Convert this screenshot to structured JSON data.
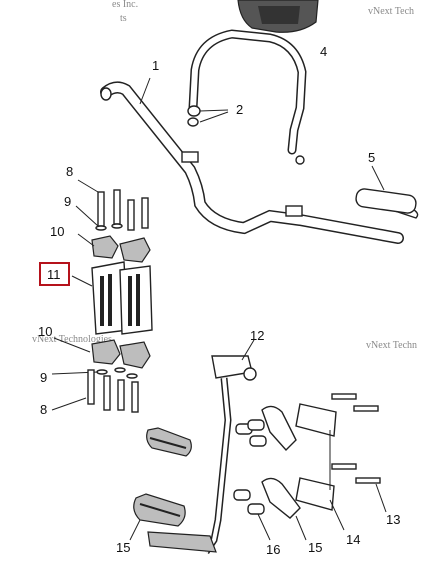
{
  "watermarks": {
    "top_left": "es Inc.",
    "top_left_sub": "ts",
    "top_right": "vNext Tech",
    "mid_right": "vNext Techn",
    "mid_left": "vNext Technologies"
  },
  "callouts": {
    "c1": "1",
    "c2": "2",
    "c4": "4",
    "c5": "5",
    "c8a": "8",
    "c9a": "9",
    "c10a": "10",
    "c11": "11",
    "c10b": "10",
    "c9b": "9",
    "c8b": "8",
    "c12": "12",
    "c13": "13",
    "c14": "14",
    "c15a": "15",
    "c15b": "15",
    "c16": "16"
  },
  "colors": {
    "highlight_box": "#b5121b",
    "line": "#222222",
    "shade": "#bdbdbd"
  }
}
